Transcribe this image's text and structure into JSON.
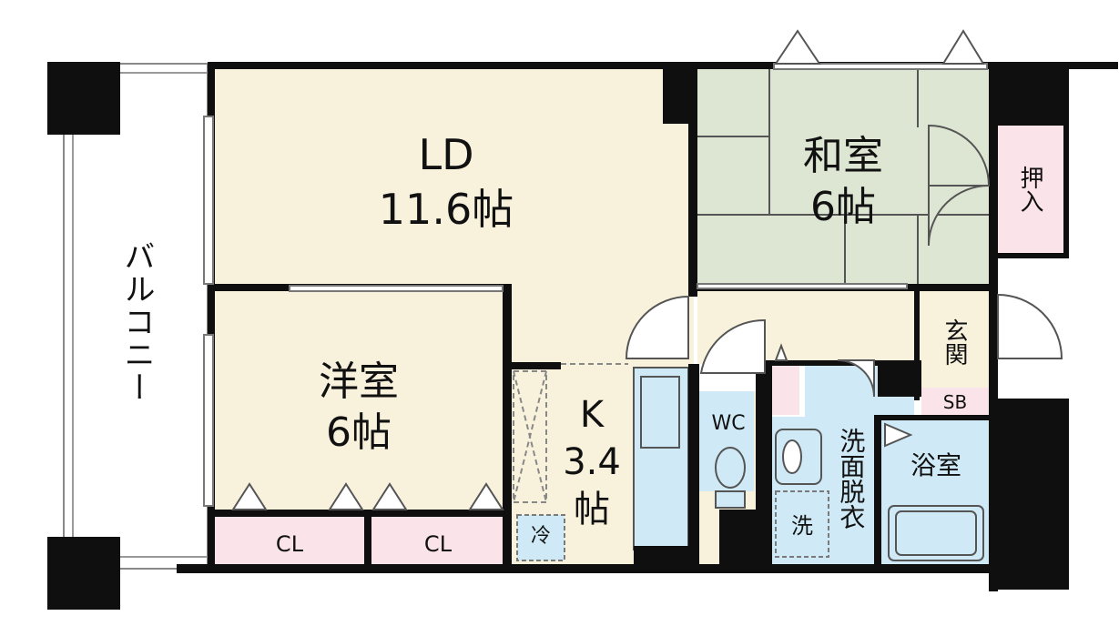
{
  "rooms": {
    "ld": {
      "name": "LD",
      "size": "11.6帖"
    },
    "washitsu": {
      "name": "和室",
      "size": "6帖"
    },
    "youshitsu": {
      "name": "洋室",
      "size": "6帖"
    },
    "kitchen": {
      "name": "K",
      "size": "3.4",
      "unit": "帖"
    },
    "balcony": {
      "name": "バルコニー"
    },
    "oshiire": {
      "name": "押入"
    },
    "genkan": {
      "name": "玄関"
    },
    "shoe_box": {
      "name": "SB"
    },
    "wc": {
      "name": "WC"
    },
    "senmen": {
      "name": "洗面脱衣"
    },
    "bath": {
      "name": "浴室"
    },
    "closet_1": {
      "name": "CL"
    },
    "closet_2": {
      "name": "CL"
    },
    "fridge": {
      "name": "冷"
    },
    "washer": {
      "name": "洗"
    }
  },
  "colors": {
    "ld": "#f8f2dc",
    "washitsu": "#dde6d2",
    "closet": "#fbe3ea",
    "wet": "#cfeaf6",
    "wall": "#0f0f0f"
  }
}
